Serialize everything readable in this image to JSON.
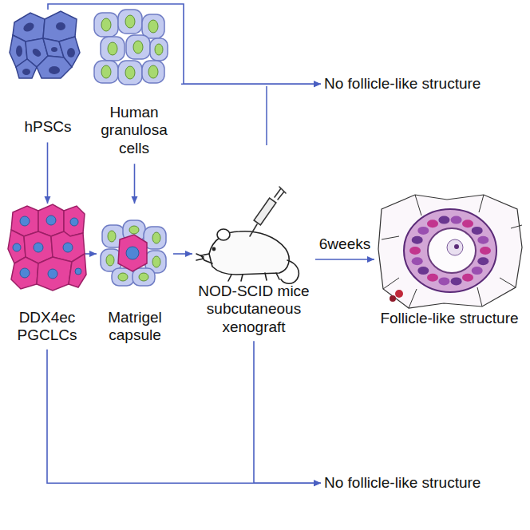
{
  "diagram": {
    "nodes": [
      {
        "text": [
          "hPSCs"
        ]
      },
      {
        "text": [
          "Human granulosa cells"
        ]
      },
      {
        "text": [
          "DDX4ec PGCLCs"
        ]
      },
      {
        "text": [
          "Matrigel capsule"
        ]
      },
      {
        "text": [
          "NOD-SCID mice subcutaneous xenograft"
        ]
      },
      {
        "text": [
          "Follicle-like structure"
        ]
      },
      {
        "text": [
          "No follicle-like structure"
        ]
      },
      {
        "text": [
          "No follicle-like structure"
        ]
      }
    ],
    "edges": [
      {
        "from": 0,
        "to": 2,
        "arrow": "to"
      },
      {
        "from": 1,
        "to": 3,
        "arrow": "to"
      },
      {
        "from": 2,
        "to": 3,
        "arrow": "to"
      },
      {
        "from": 3,
        "to": 4,
        "arrow": "to"
      },
      {
        "from": 4,
        "to": 5,
        "label": "6weeks",
        "arrow": "to"
      },
      {
        "from": 0,
        "to": 6,
        "arrow": "to"
      },
      {
        "from": 1,
        "to": 6,
        "arrow": "to"
      },
      {
        "from": 2,
        "to": 7,
        "arrow": "to"
      },
      {
        "from": 4,
        "to": 7,
        "arrow": "to"
      }
    ]
  }
}
